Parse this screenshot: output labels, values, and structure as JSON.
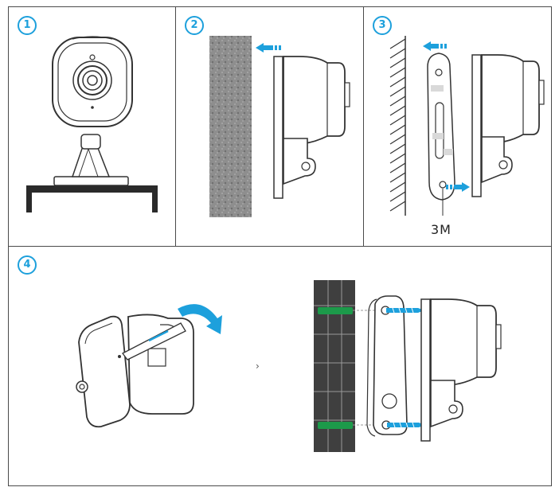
{
  "steps": [
    {
      "number": "1"
    },
    {
      "number": "2"
    },
    {
      "number": "3"
    },
    {
      "number": "4"
    }
  ],
  "panel3": {
    "adhesive_label": "3M"
  },
  "panel4": {
    "separator": "›"
  },
  "colors": {
    "accent": "#1da0dc",
    "anchor": "#1c9a4a",
    "line": "#333333",
    "concrete": "#8e8e8e",
    "tile": "#3f3f3f"
  }
}
